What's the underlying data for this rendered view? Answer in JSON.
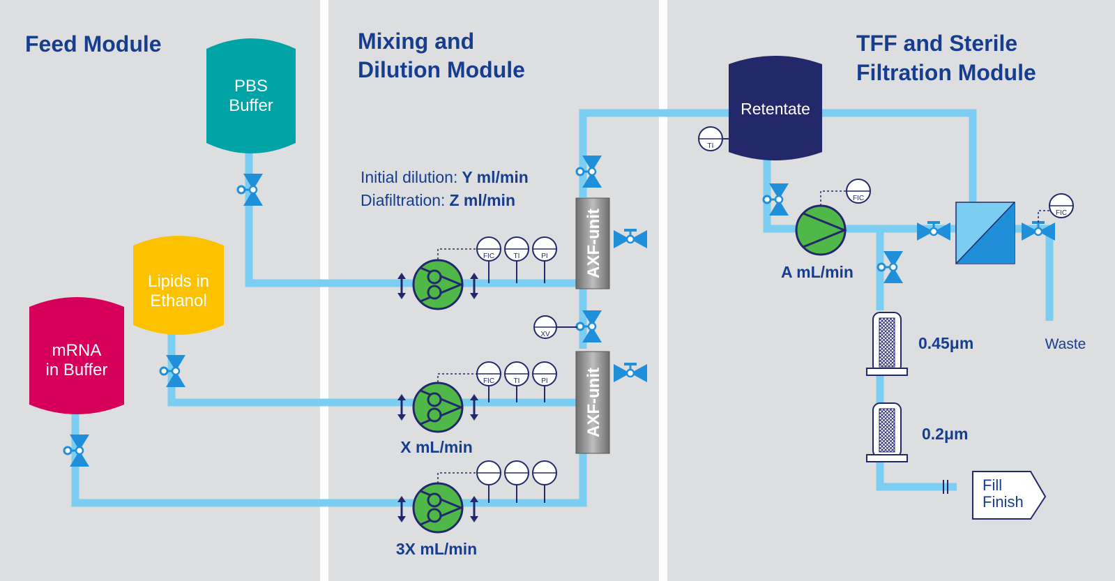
{
  "modules": {
    "feed": "Feed Module",
    "mixing_line1": "Mixing and",
    "mixing_line2": "Dilution Module",
    "tff_line1": "TFF and Sterile",
    "tff_line2": "Filtration Module"
  },
  "tanks": {
    "pbs_line1": "PBS",
    "pbs_line2": "Buffer",
    "lipids_line1": "Lipids in",
    "lipids_line2": "Ethanol",
    "mrna_line1": "mRNA",
    "mrna_line2": "in Buffer",
    "retentate": "Retentate"
  },
  "dilution": {
    "initial_label": "Initial dilution:",
    "initial_value": "Y ml/min",
    "diafiltration_label": "Diafiltration:",
    "diafiltration_value": "Z ml/min"
  },
  "units": {
    "axf_top": "AXF-unit",
    "axf_bottom": "AXF-unit"
  },
  "instruments": {
    "fic": "FIC",
    "ti": "TI",
    "pi": "PI",
    "xv": "XV"
  },
  "flow_rates": {
    "x": "X mL/min",
    "three_x": "3X mL/min",
    "a": "A mL/min"
  },
  "filters": {
    "f045": "0.45μm",
    "f02": "0.2μm"
  },
  "outlets": {
    "waste": "Waste",
    "fill_line1": "Fill",
    "fill_line2": "Finish"
  },
  "colors": {
    "background": "#dddee0",
    "pipe": "#7ccdf2",
    "title": "#173e8e",
    "valve": "#1e8fd8",
    "pump": "#4fb848",
    "pbs": "#00a3a6",
    "lipids": "#fcc200",
    "mrna": "#d6005a",
    "retentate": "#23286a",
    "axf": "#8c8c8c"
  }
}
